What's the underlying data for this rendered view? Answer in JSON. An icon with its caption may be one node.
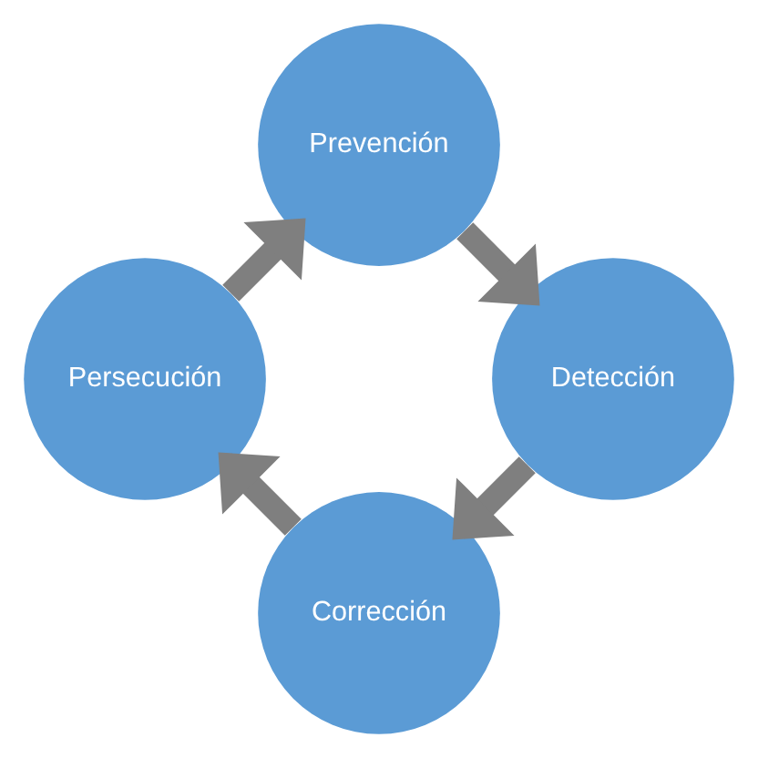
{
  "diagram": {
    "nodes": [
      {
        "text": [
          "Prevención"
        ]
      },
      {
        "text": [
          "Detección"
        ]
      },
      {
        "text": [
          "Corrección"
        ]
      },
      {
        "text": [
          "Persecución"
        ]
      }
    ],
    "edges": [
      {
        "from": 0,
        "to": 1,
        "arrow": "to"
      },
      {
        "from": 1,
        "to": 2,
        "arrow": "to"
      },
      {
        "from": 2,
        "to": 3,
        "arrow": "to"
      },
      {
        "from": 3,
        "to": 0,
        "arrow": "to"
      }
    ]
  }
}
